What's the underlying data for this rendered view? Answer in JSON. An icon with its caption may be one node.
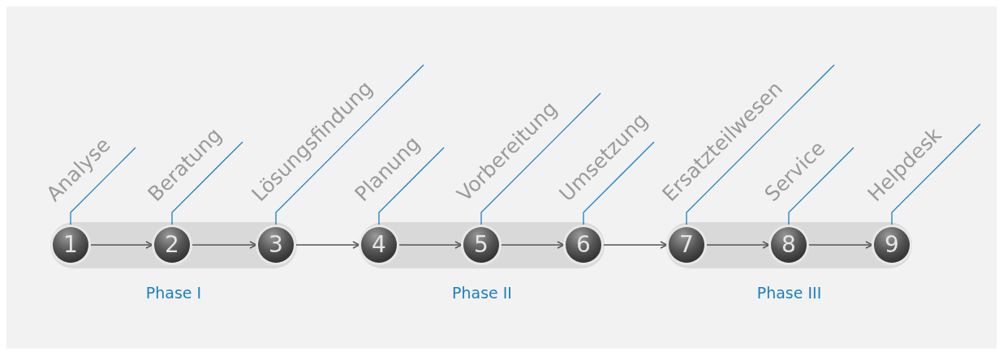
{
  "diagram": {
    "nodes": [
      {
        "text": [
          "Analyse"
        ]
      },
      {
        "text": [
          "Beratung"
        ]
      },
      {
        "text": [
          "Lösungsfindung"
        ]
      },
      {
        "text": [
          "Planung"
        ]
      },
      {
        "text": [
          "Vorbereitung"
        ]
      },
      {
        "text": [
          "Umsetzung"
        ]
      },
      {
        "text": [
          "Ersatzteilwesen"
        ]
      },
      {
        "text": [
          "Service"
        ]
      },
      {
        "text": [
          "Helpdesk"
        ]
      },
      {
        "text": [
          "Phase I"
        ]
      },
      {
        "text": [
          "1"
        ],
        "in": 9
      },
      {
        "text": [
          "2"
        ],
        "in": 9
      },
      {
        "text": [
          "3"
        ],
        "in": 9
      },
      {
        "text": [
          "Phase II"
        ]
      },
      {
        "text": [
          "4"
        ],
        "in": 13
      },
      {
        "text": [
          "5"
        ],
        "in": 13
      },
      {
        "text": [
          "6"
        ],
        "in": 13
      },
      {
        "text": [
          "Phase III"
        ]
      },
      {
        "text": [
          "7"
        ],
        "in": 17
      },
      {
        "text": [
          "8"
        ],
        "in": 17
      },
      {
        "text": [
          "9"
        ],
        "in": 17
      }
    ],
    "edges": [
      {
        "from": 10,
        "to": 11,
        "arrow": "to",
        "color": "#555555"
      },
      {
        "from": 11,
        "to": 12,
        "arrow": "to",
        "color": "#555555"
      },
      {
        "from": 12,
        "to": 14,
        "arrow": "to",
        "color": "#555555"
      },
      {
        "from": 14,
        "to": 15,
        "arrow": "to",
        "color": "#555555"
      },
      {
        "from": 15,
        "to": 16,
        "arrow": "to",
        "color": "#555555"
      },
      {
        "from": 16,
        "to": 18,
        "arrow": "to",
        "color": "#555555"
      },
      {
        "from": 18,
        "to": 19,
        "arrow": "to",
        "color": "#555555"
      },
      {
        "from": 19,
        "to": 20,
        "arrow": "to",
        "color": "#555555"
      },
      {
        "from": 0,
        "to": 10,
        "arrow": "none",
        "color": "#1a7fc1"
      },
      {
        "from": 1,
        "to": 11,
        "arrow": "none",
        "color": "#1a7fc1"
      },
      {
        "from": 2,
        "to": 12,
        "arrow": "none",
        "color": "#1a7fc1"
      },
      {
        "from": 3,
        "to": 14,
        "arrow": "none",
        "color": "#1a7fc1"
      },
      {
        "from": 4,
        "to": 15,
        "arrow": "none",
        "color": "#1a7fc1"
      },
      {
        "from": 5,
        "to": 16,
        "arrow": "none",
        "color": "#1a7fc1"
      },
      {
        "from": 6,
        "to": 18,
        "arrow": "none",
        "color": "#1a7fc1"
      },
      {
        "from": 7,
        "to": 19,
        "arrow": "none",
        "color": "#1a7fc1"
      },
      {
        "from": 8,
        "to": 20,
        "arrow": "none",
        "color": "#1a7fc1"
      }
    ]
  }
}
